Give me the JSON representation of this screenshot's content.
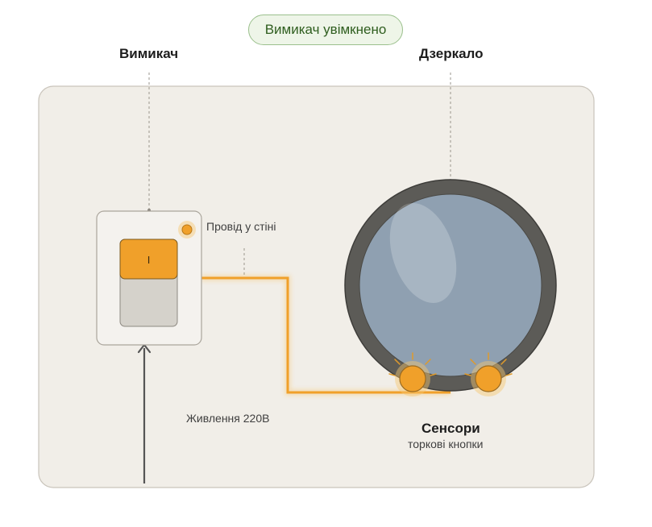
{
  "status": {
    "text": "Вимикач увімкнено",
    "color": "#2f5e1f",
    "background": "#eef5e8"
  },
  "labels": {
    "switch": "Вимикач",
    "mirror": "Дзеркало",
    "wire": "Провід у стіні",
    "power": "Живлення 220В",
    "sensors_title": "Сенсори",
    "sensors_subtitle": "торкові кнопки"
  },
  "switch": {
    "state_label": "I",
    "state": "on",
    "accent_color": "#f0a02a"
  },
  "colors": {
    "wall": "#f1eee8",
    "wire": "#f0a02a",
    "mirror_frame": "#5c5b57",
    "mirror_glass": "#8fa0b1",
    "sensor": "#f0a02a"
  }
}
